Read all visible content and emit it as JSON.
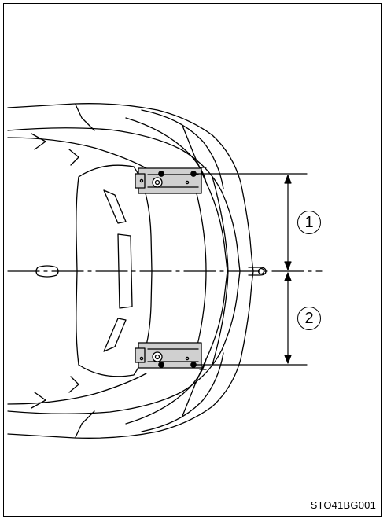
{
  "figure_code": "STO41BG001",
  "callouts": [
    {
      "label": "1"
    },
    {
      "label": "2"
    }
  ],
  "colors": {
    "line": "#000000",
    "bracket_fill": "#d0d0d0",
    "background": "#ffffff"
  }
}
